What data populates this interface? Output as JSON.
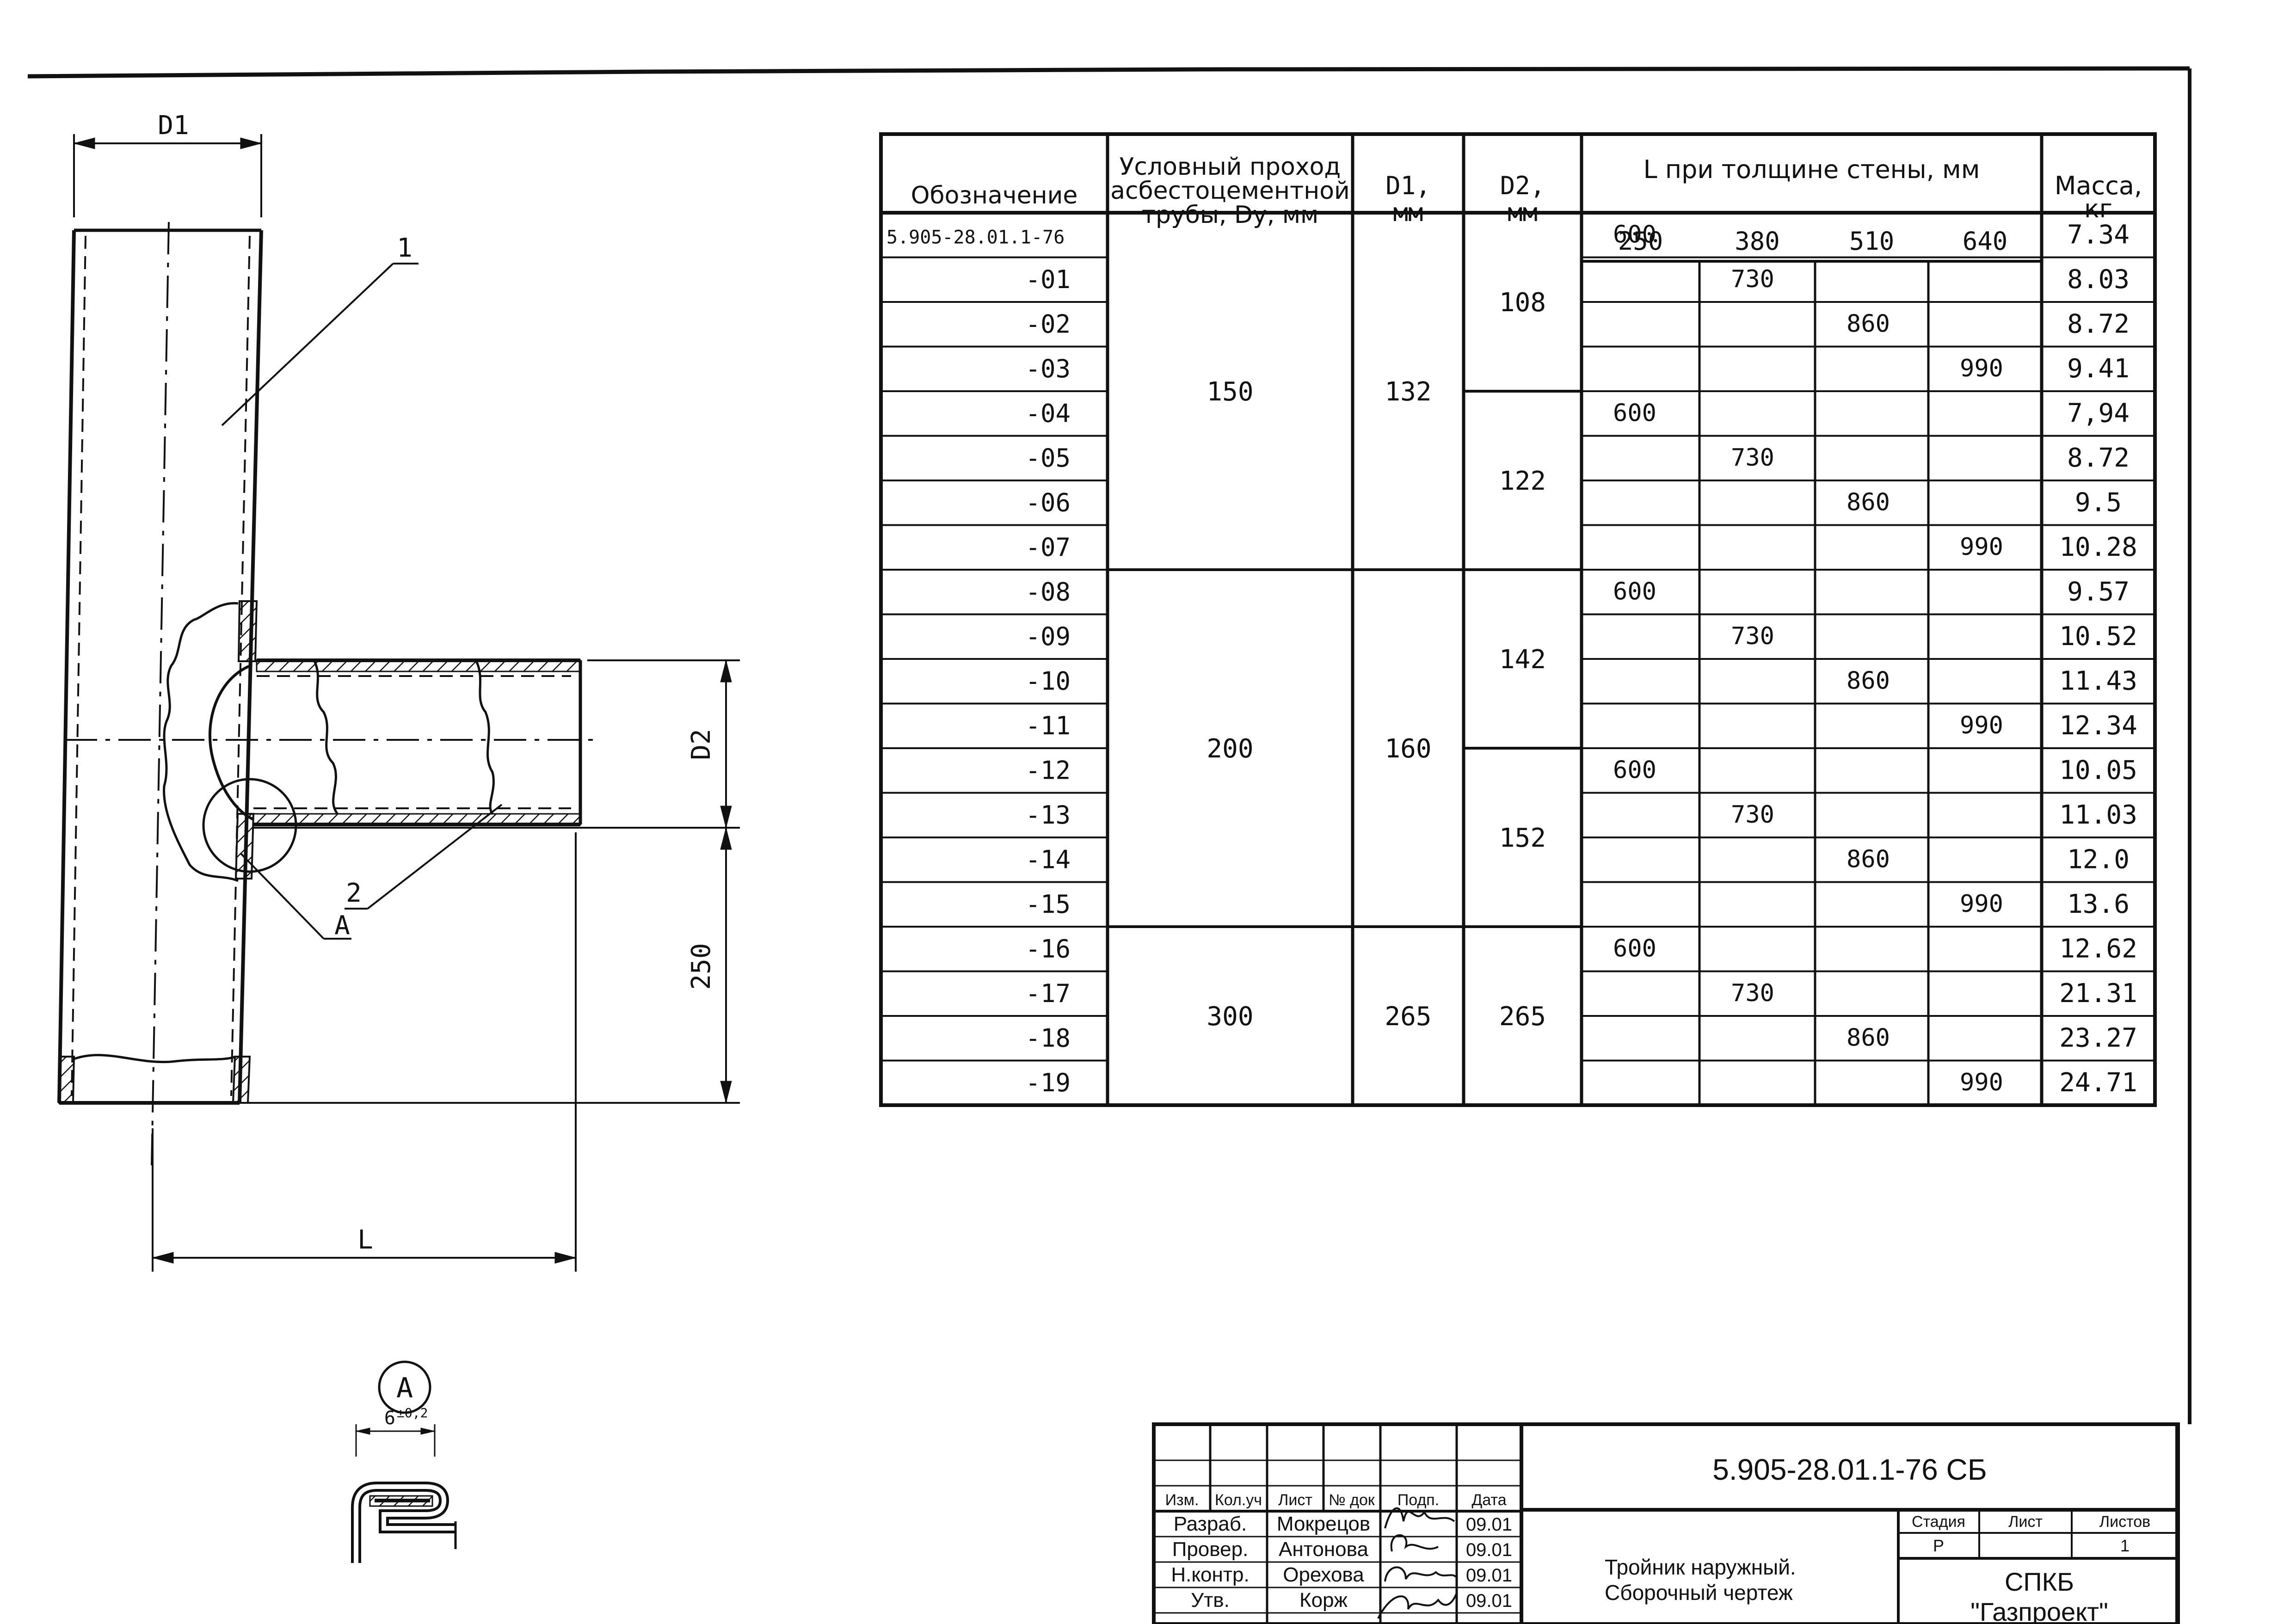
{
  "drawing": {
    "dim_d1": "D1",
    "dim_d2": "D2",
    "dim_250": "250",
    "dim_l": "L",
    "callout_1": "1",
    "callout_2": "2",
    "callout_a": "A",
    "detail_label": "A",
    "detail_dim": "6",
    "detail_tol": "±0,2"
  },
  "spec_table": {
    "headers": {
      "designation": "Обозначение",
      "dy": [
        "Условный проход",
        "асбестоцементной",
        "трубы, Dy, мм"
      ],
      "d1": [
        "D1,",
        "мм"
      ],
      "d2": [
        "D2,",
        "мм"
      ],
      "l_group": "L при толщине стены, мм",
      "mass": [
        "Масса,",
        "кг"
      ]
    },
    "wall_thicknesses": [
      "250",
      "380",
      "510",
      "640"
    ],
    "rows": [
      {
        "designation": "5.905-28.01.1-76",
        "l": "600",
        "l_col": 0,
        "mass": "7.34"
      },
      {
        "designation": "-01",
        "l": "730",
        "l_col": 1,
        "mass": "8.03"
      },
      {
        "designation": "-02",
        "l": "860",
        "l_col": 2,
        "mass": "8.72"
      },
      {
        "designation": "-03",
        "l": "990",
        "l_col": 3,
        "mass": "9.41"
      },
      {
        "designation": "-04",
        "l": "600",
        "l_col": 0,
        "mass": "7,94"
      },
      {
        "designation": "-05",
        "l": "730",
        "l_col": 1,
        "mass": "8.72"
      },
      {
        "designation": "-06",
        "l": "860",
        "l_col": 2,
        "mass": "9.5"
      },
      {
        "designation": "-07",
        "l": "990",
        "l_col": 3,
        "mass": "10.28"
      },
      {
        "designation": "-08",
        "l": "600",
        "l_col": 0,
        "mass": "9.57"
      },
      {
        "designation": "-09",
        "l": "730",
        "l_col": 1,
        "mass": "10.52"
      },
      {
        "designation": "-10",
        "l": "860",
        "l_col": 2,
        "mass": "11.43"
      },
      {
        "designation": "-11",
        "l": "990",
        "l_col": 3,
        "mass": "12.34"
      },
      {
        "designation": "-12",
        "l": "600",
        "l_col": 0,
        "mass": "10.05"
      },
      {
        "designation": "-13",
        "l": "730",
        "l_col": 1,
        "mass": "11.03"
      },
      {
        "designation": "-14",
        "l": "860",
        "l_col": 2,
        "mass": "12.0"
      },
      {
        "designation": "-15",
        "l": "990",
        "l_col": 3,
        "mass": "13.6"
      },
      {
        "designation": "-16",
        "l": "600",
        "l_col": 0,
        "mass": "12.62"
      },
      {
        "designation": "-17",
        "l": "730",
        "l_col": 1,
        "mass": "21.31"
      },
      {
        "designation": "-18",
        "l": "860",
        "l_col": 2,
        "mass": "23.27"
      },
      {
        "designation": "-19",
        "l": "990",
        "l_col": 3,
        "mass": "24.71"
      }
    ],
    "dy_groups": [
      {
        "value": "150",
        "first": 0,
        "count": 8
      },
      {
        "value": "200",
        "first": 8,
        "count": 8
      },
      {
        "value": "300",
        "first": 16,
        "count": 4
      }
    ],
    "d1_groups": [
      {
        "value": "132",
        "first": 0,
        "count": 8
      },
      {
        "value": "160",
        "first": 8,
        "count": 8
      },
      {
        "value": "265",
        "first": 16,
        "count": 4
      }
    ],
    "d2_groups": [
      {
        "value": "108",
        "first": 0,
        "count": 4
      },
      {
        "value": "122",
        "first": 4,
        "count": 4
      },
      {
        "value": "142",
        "first": 8,
        "count": 4
      },
      {
        "value": "152",
        "first": 12,
        "count": 4
      },
      {
        "value": "265",
        "first": 16,
        "count": 4
      }
    ]
  },
  "title_block": {
    "document_code": "5.905-28.01.1-76 СБ",
    "columns": [
      "Изм.",
      "Кол.уч",
      "Лист",
      "№ док",
      "Подп.",
      "Дата"
    ],
    "roles": [
      {
        "role": "Разраб.",
        "name": "Мокрецов",
        "date": "09.01"
      },
      {
        "role": "Провер.",
        "name": "Антонова",
        "date": "09.01"
      },
      {
        "role": "Н.контр.",
        "name": "Орехова",
        "date": "09.01"
      },
      {
        "role": "Утв.",
        "name": "Корж",
        "date": "09.01"
      }
    ],
    "title_line1": "Тройник наружный.",
    "title_line2": "Сборочный чертеж",
    "stage_label": "Стадия",
    "sheet_label": "Лист",
    "sheets_label": "Листов",
    "stage": "Р",
    "sheets": "1",
    "org_line1": "СПКБ",
    "org_line2": "\"Газпроект\""
  },
  "colors": {
    "ink": "#111111",
    "paper": "#ffffff"
  }
}
